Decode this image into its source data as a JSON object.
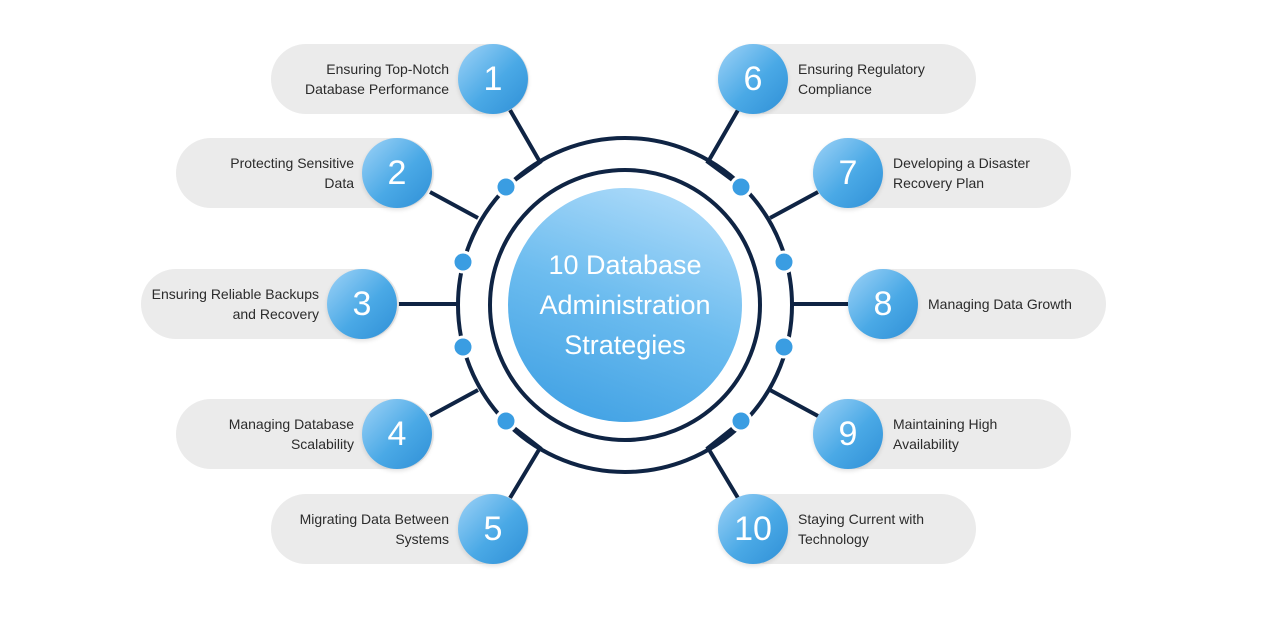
{
  "diagram": {
    "title": "10 Database Administration Strategies",
    "colors": {
      "connector": "#0f2444",
      "pill": "#ebebeb",
      "circle_light": "#9fd3f7",
      "circle_dark": "#2f8fd6",
      "text": "#2b2b2b"
    },
    "items": [
      {
        "number": "1",
        "label": "Ensuring Top-Notch Database Performance",
        "side": "left"
      },
      {
        "number": "2",
        "label": "Protecting Sensitive Data",
        "side": "left"
      },
      {
        "number": "3",
        "label": "Ensuring Reliable Backups and Recovery",
        "side": "left"
      },
      {
        "number": "4",
        "label": "Managing Database Scalability",
        "side": "left"
      },
      {
        "number": "5",
        "label": "Migrating Data Between Systems",
        "side": "left"
      },
      {
        "number": "6",
        "label": "Ensuring Regulatory Compliance",
        "side": "right"
      },
      {
        "number": "7",
        "label": "Developing a Disaster Recovery Plan",
        "side": "right"
      },
      {
        "number": "8",
        "label": "Managing Data Growth",
        "side": "right"
      },
      {
        "number": "9",
        "label": "Maintaining High Availability",
        "side": "right"
      },
      {
        "number": "10",
        "label": "Staying Current with Technology",
        "side": "right"
      }
    ]
  }
}
